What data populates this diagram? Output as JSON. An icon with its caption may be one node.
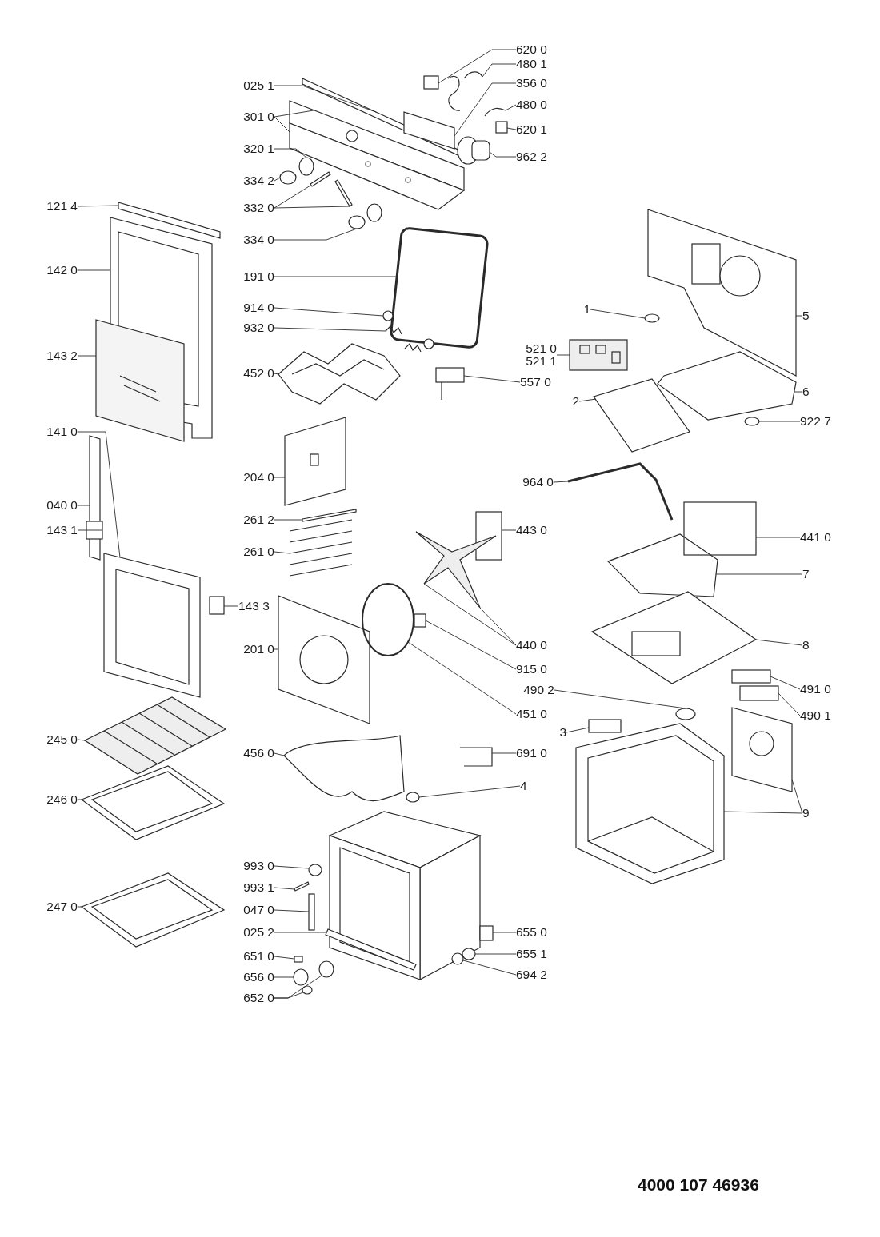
{
  "diagram": {
    "nodes": [
      {
        "text": [
          "620 0"
        ]
      },
      {
        "text": [
          "480 1"
        ]
      },
      {
        "text": [
          "025 1"
        ]
      },
      {
        "text": [
          "356 0"
        ]
      },
      {
        "text": [
          "480 0"
        ]
      },
      {
        "text": [
          "301 0"
        ]
      },
      {
        "text": [
          "620 1"
        ]
      },
      {
        "text": [
          "320 1"
        ]
      },
      {
        "text": [
          "962 2"
        ]
      },
      {
        "text": [
          "334 2"
        ]
      },
      {
        "text": [
          "121 4"
        ]
      },
      {
        "text": [
          "332 0"
        ]
      },
      {
        "text": [
          "334 0"
        ]
      },
      {
        "text": [
          "142 0"
        ]
      },
      {
        "text": [
          "191 0"
        ]
      },
      {
        "text": [
          "914 0"
        ]
      },
      {
        "text": [
          "1"
        ]
      },
      {
        "text": [
          "5"
        ]
      },
      {
        "text": [
          "932 0"
        ]
      },
      {
        "text": [
          "143 2"
        ]
      },
      {
        "text": [
          "521 0",
          "521 1"
        ]
      },
      {
        "text": [
          "452 0"
        ]
      },
      {
        "text": [
          "557 0"
        ]
      },
      {
        "text": [
          "6"
        ]
      },
      {
        "text": [
          "2"
        ]
      },
      {
        "text": [
          "922 7"
        ]
      },
      {
        "text": [
          "141 0"
        ]
      },
      {
        "text": [
          "204 0"
        ]
      },
      {
        "text": [
          "964 0"
        ]
      },
      {
        "text": [
          "040 0"
        ]
      },
      {
        "text": [
          "261 2"
        ]
      },
      {
        "text": [
          "443 0"
        ]
      },
      {
        "text": [
          "143 1"
        ]
      },
      {
        "text": [
          "441 0"
        ]
      },
      {
        "text": [
          "261 0"
        ]
      },
      {
        "text": [
          "7"
        ]
      },
      {
        "text": [
          "143 3"
        ]
      },
      {
        "text": [
          "201 0"
        ]
      },
      {
        "text": [
          "440 0"
        ]
      },
      {
        "text": [
          "8"
        ]
      },
      {
        "text": [
          "915 0"
        ]
      },
      {
        "text": [
          "491 0"
        ]
      },
      {
        "text": [
          "490 2"
        ]
      },
      {
        "text": [
          "451 0"
        ]
      },
      {
        "text": [
          "490 1"
        ]
      },
      {
        "text": [
          "3"
        ]
      },
      {
        "text": [
          "245 0"
        ]
      },
      {
        "text": [
          "456 0"
        ]
      },
      {
        "text": [
          "691 0"
        ]
      },
      {
        "text": [
          "4"
        ]
      },
      {
        "text": [
          "246 0"
        ]
      },
      {
        "text": [
          "9"
        ]
      },
      {
        "text": [
          "993 0"
        ]
      },
      {
        "text": [
          "993 1"
        ]
      },
      {
        "text": [
          "247 0"
        ]
      },
      {
        "text": [
          "047 0"
        ]
      },
      {
        "text": [
          "025 2"
        ]
      },
      {
        "text": [
          "655 0"
        ]
      },
      {
        "text": [
          "651 0"
        ]
      },
      {
        "text": [
          "655 1"
        ]
      },
      {
        "text": [
          "656 0"
        ]
      },
      {
        "text": [
          "694 2"
        ]
      },
      {
        "text": [
          "652 0"
        ]
      },
      {
        "text": [],
        "shape": "box"
      },
      {
        "text": [],
        "shape": "line"
      },
      {
        "text": [],
        "shape": "bar"
      },
      {
        "text": [],
        "shape": "box"
      },
      {
        "text": [],
        "shape": "line"
      },
      {
        "text": [],
        "shape": "box"
      },
      {
        "text": [],
        "shape": "box"
      },
      {
        "text": [],
        "shape": "box"
      },
      {
        "text": [],
        "shape": "circle"
      },
      {
        "text": [],
        "shape": "cylinder"
      },
      {
        "text": [],
        "shape": "circle"
      },
      {
        "text": [],
        "shape": "bar"
      },
      {
        "text": [],
        "shape": "bar"
      },
      {
        "text": [],
        "shape": "bar"
      },
      {
        "text": [],
        "shape": "cylinder"
      },
      {
        "text": [],
        "shape": "box"
      },
      {
        "text": [],
        "shape": "box"
      },
      {
        "text": [],
        "shape": "circle"
      },
      {
        "text": [],
        "shape": "circle"
      },
      {
        "text": [],
        "shape": "box"
      },
      {
        "text": [],
        "shape": "picture"
      },
      {
        "text": [],
        "shape": "box"
      },
      {
        "text": [],
        "shape": "picture"
      },
      {
        "text": [],
        "shape": "picture"
      },
      {
        "text": [],
        "shape": "box"
      },
      {
        "text": [],
        "shape": "box"
      },
      {
        "text": [],
        "shape": "box"
      },
      {
        "text": [],
        "shape": "circle"
      },
      {
        "text": [],
        "shape": "box"
      },
      {
        "text": [],
        "shape": "box"
      },
      {
        "text": [],
        "shape": "line"
      },
      {
        "text": [],
        "shape": "bar"
      },
      {
        "text": [],
        "shape": "bar"
      },
      {
        "text": [],
        "shape": "box"
      },
      {
        "text": [],
        "shape": "box"
      },
      {
        "text": [],
        "shape": "box"
      },
      {
        "text": [],
        "shape": "picture"
      },
      {
        "text": [],
        "shape": "box"
      },
      {
        "text": [],
        "shape": "box"
      },
      {
        "text": [],
        "shape": "box"
      },
      {
        "text": [],
        "shape": "picture"
      },
      {
        "text": [],
        "shape": "box"
      },
      {
        "text": [],
        "shape": "box"
      },
      {
        "text": [],
        "shape": "box"
      },
      {
        "text": [],
        "shape": "circle"
      },
      {
        "text": [],
        "shape": "circle"
      },
      {
        "text": [],
        "shape": "box"
      },
      {
        "text": [],
        "shape": "box"
      },
      {
        "text": [],
        "shape": "picture"
      },
      {
        "text": [],
        "shape": "picture"
      },
      {
        "text": [],
        "shape": "line"
      },
      {
        "text": [],
        "shape": "circle"
      },
      {
        "text": [],
        "shape": "box"
      },
      {
        "text": [],
        "shape": "box"
      },
      {
        "text": [],
        "shape": "box"
      },
      {
        "text": [],
        "shape": "circle"
      },
      {
        "text": [],
        "shape": "bar"
      },
      {
        "text": [],
        "shape": "box"
      },
      {
        "text": [],
        "shape": "bar"
      },
      {
        "text": [],
        "shape": "bar"
      },
      {
        "text": [],
        "shape": "box"
      },
      {
        "text": [],
        "shape": "box"
      },
      {
        "text": [],
        "shape": "circle"
      },
      {
        "text": [],
        "shape": "circle"
      },
      {
        "text": [],
        "shape": "circle"
      },
      {
        "text": [],
        "shape": "circle"
      },
      {
        "text": [],
        "shape": "circle"
      }
    ],
    "edges": [
      {
        "from": 0,
        "to": 63,
        "arrow": "none"
      },
      {
        "from": 1,
        "to": 64,
        "arrow": "none"
      },
      {
        "from": 2,
        "to": 65,
        "arrow": "none"
      },
      {
        "from": 3,
        "to": 66,
        "arrow": "none"
      },
      {
        "from": 4,
        "to": 67,
        "arrow": "none"
      },
      {
        "from": 5,
        "to": 68,
        "arrow": "none"
      },
      {
        "from": 5,
        "to": 69,
        "arrow": "none"
      },
      {
        "from": 6,
        "to": 70,
        "arrow": "none"
      },
      {
        "from": 7,
        "to": 71,
        "arrow": "none"
      },
      {
        "from": 8,
        "to": 72,
        "arrow": "none"
      },
      {
        "from": 9,
        "to": 73,
        "arrow": "none"
      },
      {
        "from": 10,
        "to": 74,
        "arrow": "none"
      },
      {
        "from": 11,
        "to": 75,
        "arrow": "none"
      },
      {
        "from": 11,
        "to": 76,
        "arrow": "none"
      },
      {
        "from": 12,
        "to": 77,
        "arrow": "none"
      },
      {
        "from": 13,
        "to": 78,
        "arrow": "none"
      },
      {
        "from": 14,
        "to": 79,
        "arrow": "none"
      },
      {
        "from": 15,
        "to": 80,
        "arrow": "none"
      },
      {
        "from": 16,
        "to": 81,
        "arrow": "none"
      },
      {
        "from": 17,
        "to": 82,
        "arrow": "none"
      },
      {
        "from": 18,
        "to": 83,
        "arrow": "none"
      },
      {
        "from": 19,
        "to": 84,
        "arrow": "none"
      },
      {
        "from": 20,
        "to": 85,
        "arrow": "none"
      },
      {
        "from": 21,
        "to": 86,
        "arrow": "none"
      },
      {
        "from": 22,
        "to": 87,
        "arrow": "none"
      },
      {
        "from": 23,
        "to": 88,
        "arrow": "none"
      },
      {
        "from": 24,
        "to": 89,
        "arrow": "none"
      },
      {
        "from": 25,
        "to": 90,
        "arrow": "none"
      },
      {
        "from": 26,
        "to": 91,
        "arrow": "none"
      },
      {
        "from": 27,
        "to": 92,
        "arrow": "none"
      },
      {
        "from": 28,
        "to": 93,
        "arrow": "none"
      },
      {
        "from": 29,
        "to": 94,
        "arrow": "none"
      },
      {
        "from": 30,
        "to": 95,
        "arrow": "none"
      },
      {
        "from": 31,
        "to": 96,
        "arrow": "none"
      },
      {
        "from": 32,
        "to": 97,
        "arrow": "none"
      },
      {
        "from": 33,
        "to": 98,
        "arrow": "none"
      },
      {
        "from": 34,
        "to": 99,
        "arrow": "none"
      },
      {
        "from": 35,
        "to": 100,
        "arrow": "none"
      },
      {
        "from": 36,
        "to": 101,
        "arrow": "none"
      },
      {
        "from": 37,
        "to": 102,
        "arrow": "none"
      },
      {
        "from": 38,
        "to": 103,
        "arrow": "none"
      },
      {
        "from": 38,
        "to": 103,
        "arrow": "none"
      },
      {
        "from": 39,
        "to": 104,
        "arrow": "none"
      },
      {
        "from": 40,
        "to": 105,
        "arrow": "none"
      },
      {
        "from": 41,
        "to": 106,
        "arrow": "none"
      },
      {
        "from": 42,
        "to": 107,
        "arrow": "none"
      },
      {
        "from": 43,
        "to": 108,
        "arrow": "none"
      },
      {
        "from": 44,
        "to": 109,
        "arrow": "none"
      },
      {
        "from": 45,
        "to": 110,
        "arrow": "none"
      },
      {
        "from": 46,
        "to": 111,
        "arrow": "none"
      },
      {
        "from": 47,
        "to": 112,
        "arrow": "none"
      },
      {
        "from": 48,
        "to": 113,
        "arrow": "none"
      },
      {
        "from": 49,
        "to": 114,
        "arrow": "none"
      },
      {
        "from": 50,
        "to": 115,
        "arrow": "none"
      },
      {
        "from": 51,
        "to": 116,
        "arrow": "none"
      },
      {
        "from": 51,
        "to": 117,
        "arrow": "none"
      },
      {
        "from": 52,
        "to": 118,
        "arrow": "none"
      },
      {
        "from": 53,
        "to": 119,
        "arrow": "none"
      },
      {
        "from": 54,
        "to": 120,
        "arrow": "none"
      },
      {
        "from": 55,
        "to": 121,
        "arrow": "none"
      },
      {
        "from": 56,
        "to": 122,
        "arrow": "none"
      },
      {
        "from": 57,
        "to": 123,
        "arrow": "none"
      },
      {
        "from": 58,
        "to": 124,
        "arrow": "none"
      },
      {
        "from": 59,
        "to": 125,
        "arrow": "none"
      },
      {
        "from": 60,
        "to": 126,
        "arrow": "none"
      },
      {
        "from": 61,
        "to": 127,
        "arrow": "none"
      },
      {
        "from": 62,
        "to": 128,
        "arrow": "none"
      },
      {
        "from": 62,
        "to": 129,
        "arrow": "none"
      }
    ],
    "labels": [
      "4000 107 46936"
    ]
  }
}
